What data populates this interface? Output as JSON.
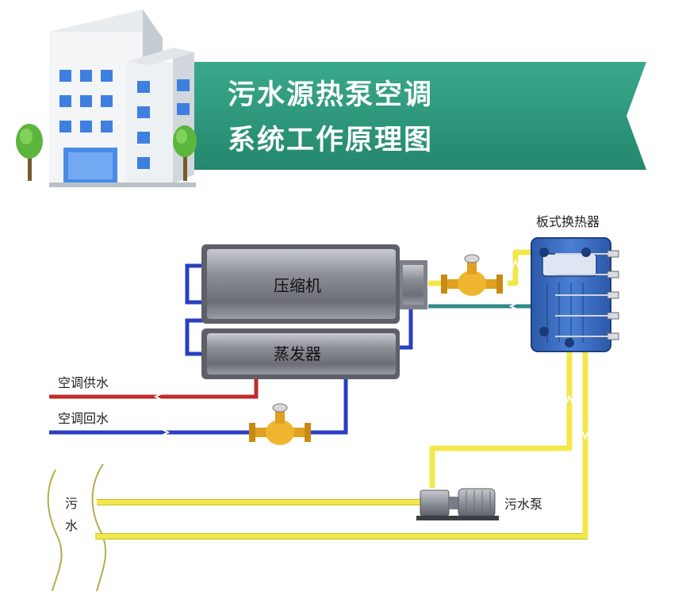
{
  "banner": {
    "title_line1": "污水源热泵空调",
    "title_line2": "系统工作原理图",
    "color": "#2e9a7f"
  },
  "components": {
    "compressor": "压缩机",
    "evaporator": "蒸发器",
    "plate_heat_exchanger": "板式换热器",
    "sewage_pump": "污水泵"
  },
  "pipes": {
    "ac_supply_water": "空调供水",
    "ac_return_water": "空调回水"
  },
  "sewage_label": [
    "污",
    "水"
  ],
  "colors": {
    "sewage_pipe": "#f2e84a",
    "supply_pipe": "#c02a2a",
    "return_pipe": "#2a3fc0",
    "refrigerant_pipe": "#2f8a86",
    "cylinder": "#8e9199",
    "exchanger": "#3c6fc4"
  },
  "icons": [
    "building-icon",
    "tree-icon",
    "pump-icon",
    "motor-icon",
    "arrow-icon"
  ]
}
